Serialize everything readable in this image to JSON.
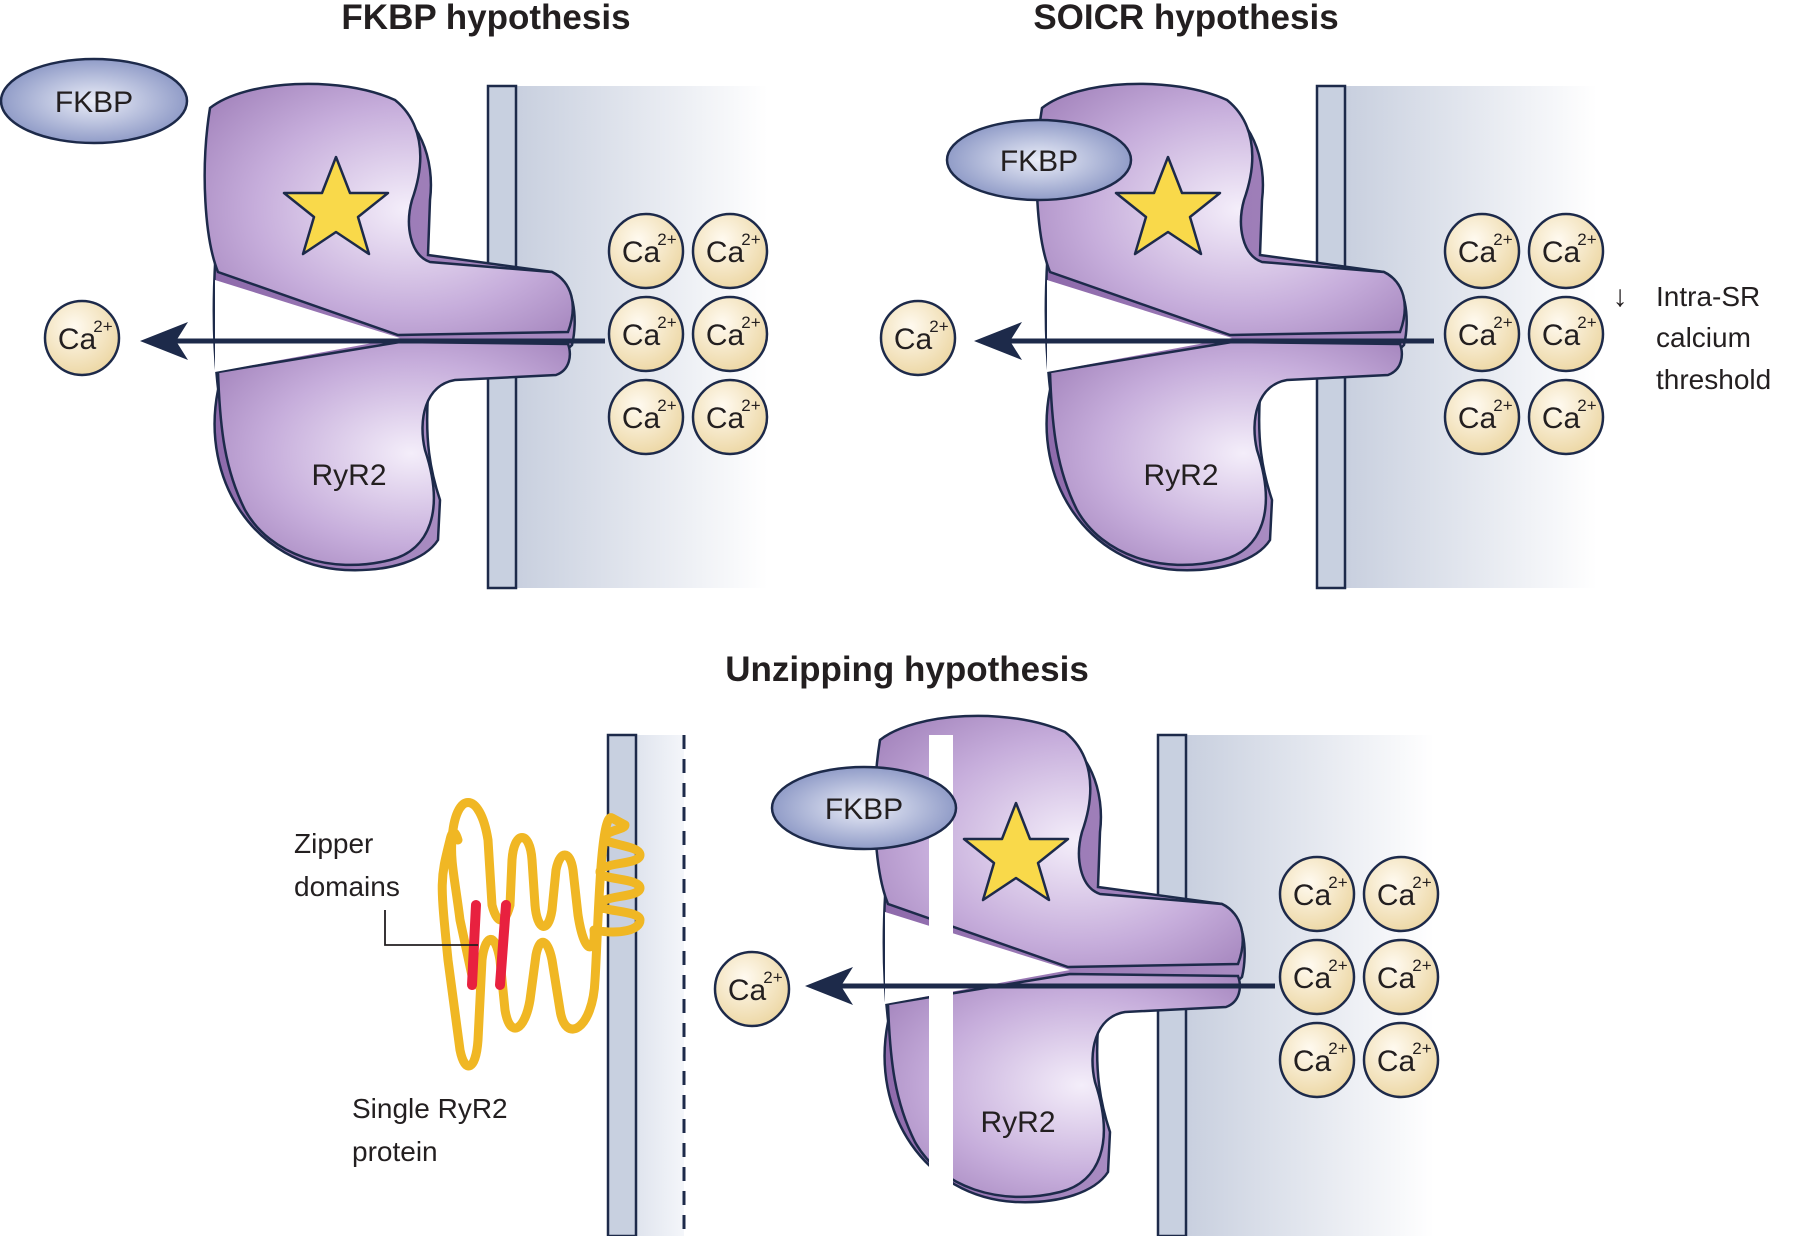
{
  "panels": {
    "fkbp": {
      "title": "FKBP hypothesis",
      "fkbp_label": "FKBP",
      "protein_label": "RyR2"
    },
    "soicr": {
      "title": "SOICR hypothesis",
      "fkbp_label": "FKBP",
      "protein_label": "RyR2",
      "threshold_arrow": "↓",
      "threshold_lines": [
        "Intra-SR",
        "calcium",
        "threshold"
      ]
    },
    "unzip": {
      "title": "Unzipping hypothesis",
      "fkbp_label": "FKBP",
      "protein_label": "RyR2",
      "zipper_lines": [
        "Zipper",
        "domains"
      ],
      "single_lines": [
        "Single RyR2",
        "protein"
      ]
    }
  },
  "ion": {
    "base": "Ca",
    "charge": "2+"
  },
  "colors": {
    "protein": "#9b7ab5",
    "protein_light": "#f4eefa",
    "fkbp": "#7f8cbe",
    "ion_fill": "#f7e9c6",
    "star": "#f9d94a",
    "zipper": "#f0b724",
    "zipper_domain": "#e8213f",
    "outline": "#1d2a4a"
  }
}
